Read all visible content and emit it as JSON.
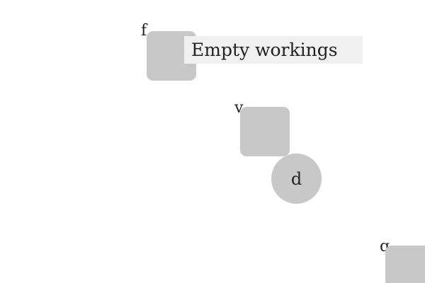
{
  "elements": [
    {
      "id": "f",
      "label": "f",
      "shape": "square"
    },
    {
      "id": "v",
      "label": "v",
      "shape": "square"
    },
    {
      "id": "d",
      "label": "d",
      "shape": "circle"
    },
    {
      "id": "q",
      "label": "q",
      "shape": "square"
    }
  ],
  "banner": {
    "text": "Empty workings"
  },
  "colors": {
    "shape_fill": "#c8c8c8",
    "banner_bg": "#f0f0f0",
    "text": "#222222",
    "background": "#ffffff"
  }
}
